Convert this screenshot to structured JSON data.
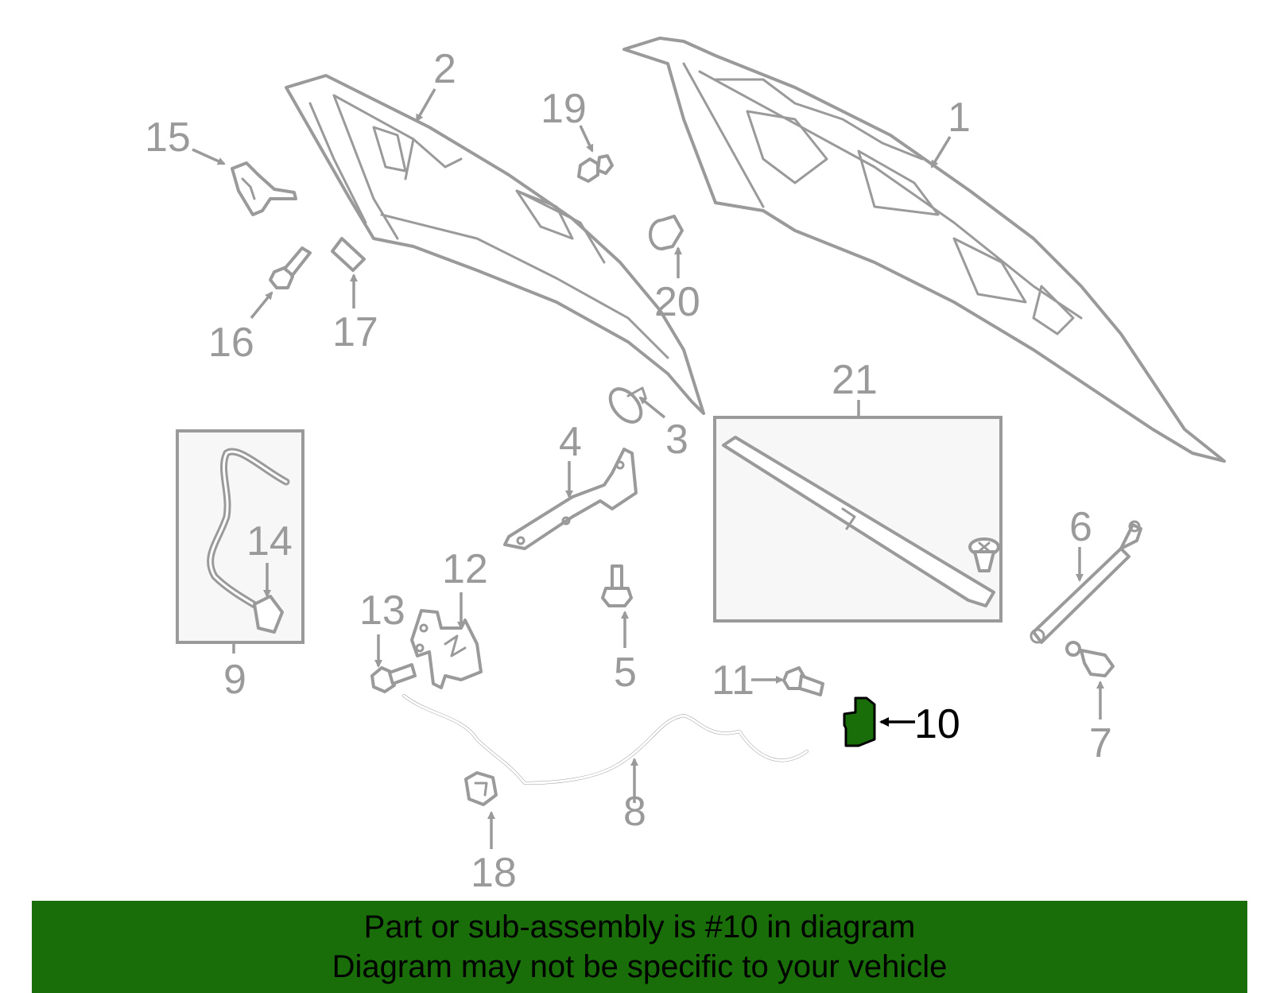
{
  "callouts": {
    "c1": "1",
    "c2": "2",
    "c3": "3",
    "c4": "4",
    "c5": "5",
    "c6": "6",
    "c7": "7",
    "c8": "8",
    "c9": "9",
    "c10": "10",
    "c11": "11",
    "c12": "12",
    "c13": "13",
    "c14": "14",
    "c15": "15",
    "c16": "16",
    "c17": "17",
    "c18": "18",
    "c19": "19",
    "c20": "20",
    "c21": "21"
  },
  "highlight": {
    "part": "10",
    "color": "#1a6e0a"
  },
  "banner": {
    "line1": "Part or sub-assembly is #10 in diagram",
    "line2": "Diagram may not be specific to your vehicle",
    "background": "#1a6e0a"
  }
}
